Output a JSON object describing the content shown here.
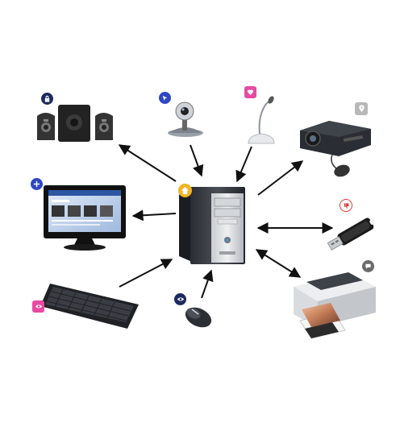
{
  "devices": [
    {
      "id": "computer-tower",
      "badge_color": "#f2b51f",
      "badge_icon": "home-icon"
    },
    {
      "id": "speakers",
      "badge_color": "#1e2a5e",
      "badge_icon": "lock-icon",
      "arrow": "out"
    },
    {
      "id": "webcam",
      "badge_color": "#2f47c4",
      "badge_icon": "cursor-icon",
      "arrow": "in"
    },
    {
      "id": "microphone",
      "badge_color": "#e84aa2",
      "badge_icon": "heart-icon",
      "arrow": "in"
    },
    {
      "id": "projector",
      "badge_color": "#b8b8b8",
      "badge_icon": "pin-icon",
      "arrow": "out"
    },
    {
      "id": "monitor",
      "badge_color": "#2f47c4",
      "badge_icon": "plus-icon",
      "arrow": "out"
    },
    {
      "id": "usb-flash-drive",
      "badge_color": "#e23a3a",
      "badge_icon": "thumbs-down-icon",
      "arrow": "both"
    },
    {
      "id": "keyboard",
      "badge_color": "#e84aa2",
      "badge_icon": "eye-icon",
      "arrow": "in"
    },
    {
      "id": "mouse",
      "badge_color": "#1e2a5e",
      "badge_icon": "eye-icon",
      "arrow": "in"
    },
    {
      "id": "printer",
      "badge_color": "#6a6a6a",
      "badge_icon": "chat-icon",
      "arrow": "both"
    }
  ]
}
